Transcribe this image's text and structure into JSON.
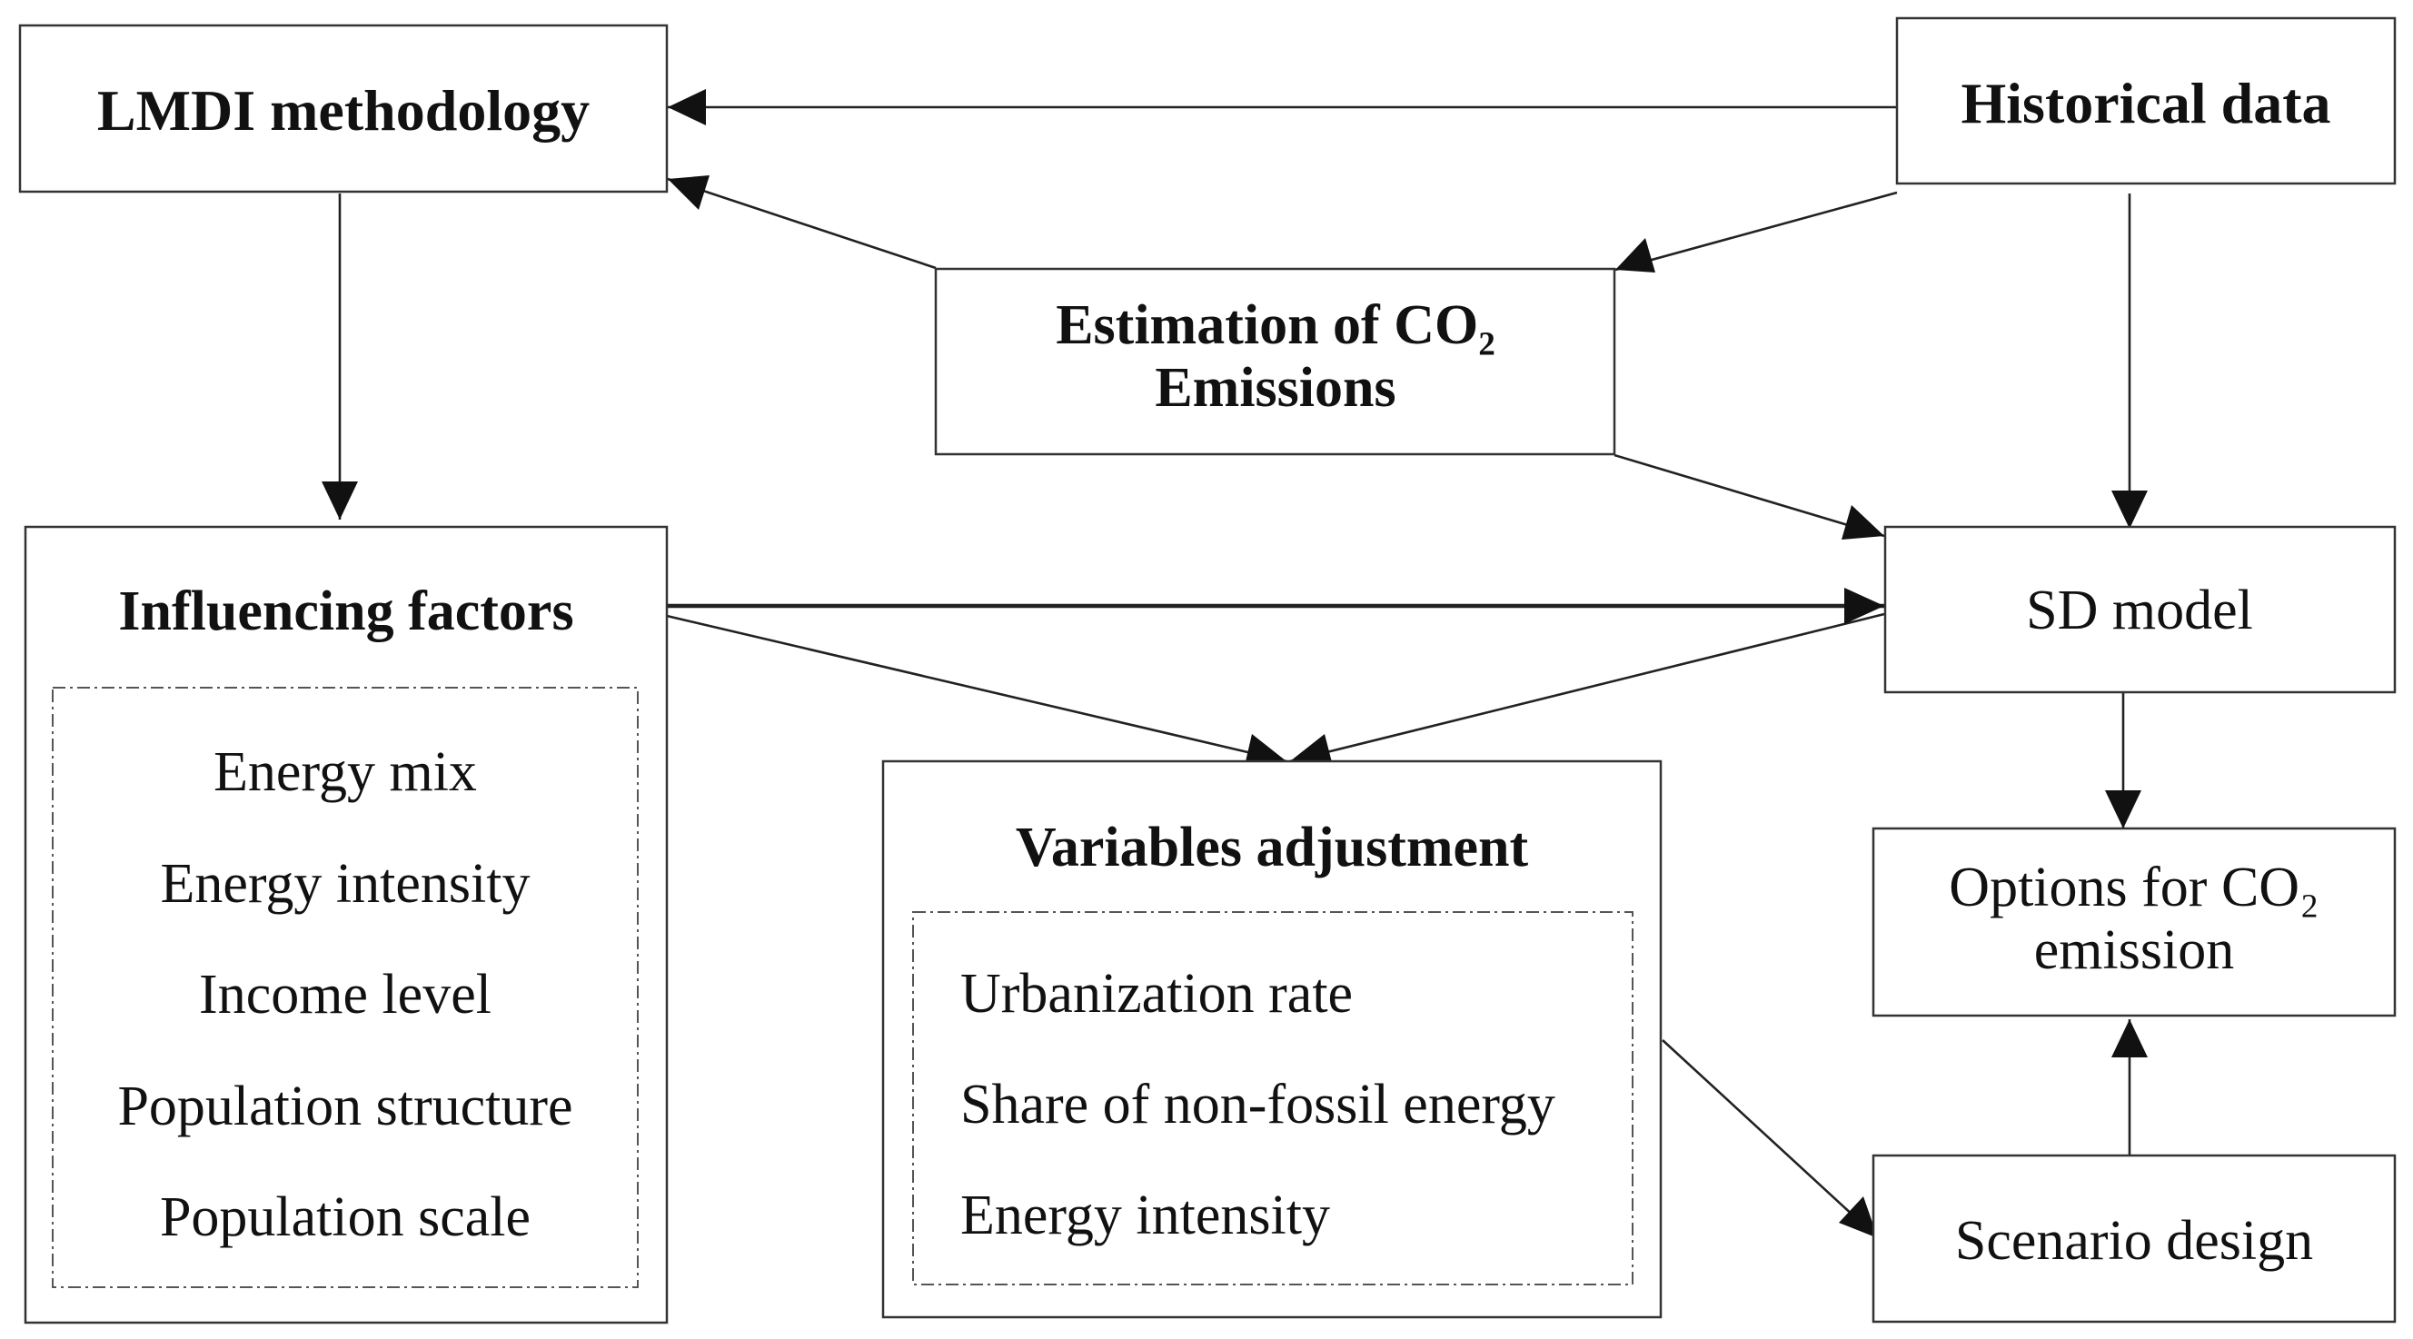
{
  "nodes": {
    "lmdi": {
      "label": "LMDI methodology"
    },
    "historical": {
      "label": "Historical data"
    },
    "estimation": {
      "line1": "Estimation of CO₂",
      "line2": "Emissions"
    },
    "influencing": {
      "label": "Influencing factors",
      "items": [
        "Energy mix",
        "Energy intensity",
        "Income level",
        "Population structure",
        "Population scale"
      ]
    },
    "sd": {
      "label": "SD model"
    },
    "variables": {
      "label": "Variables adjustment",
      "items": [
        "Urbanization rate",
        "Share of non-fossil energy",
        "Energy intensity"
      ]
    },
    "options": {
      "line1": "Options for CO₂",
      "line2": "emission"
    },
    "scenario": {
      "label": "Scenario design"
    }
  },
  "edges": [
    {
      "from": "historical",
      "to": "lmdi"
    },
    {
      "from": "estimation",
      "to": "lmdi"
    },
    {
      "from": "historical",
      "to": "estimation"
    },
    {
      "from": "lmdi",
      "to": "influencing"
    },
    {
      "from": "historical",
      "to": "sd"
    },
    {
      "from": "estimation",
      "to": "sd"
    },
    {
      "from": "influencing",
      "to": "sd"
    },
    {
      "from": "influencing",
      "to": "variables"
    },
    {
      "from": "sd",
      "to": "variables"
    },
    {
      "from": "sd",
      "to": "options"
    },
    {
      "from": "variables",
      "to": "scenario"
    },
    {
      "from": "scenario",
      "to": "options"
    }
  ]
}
